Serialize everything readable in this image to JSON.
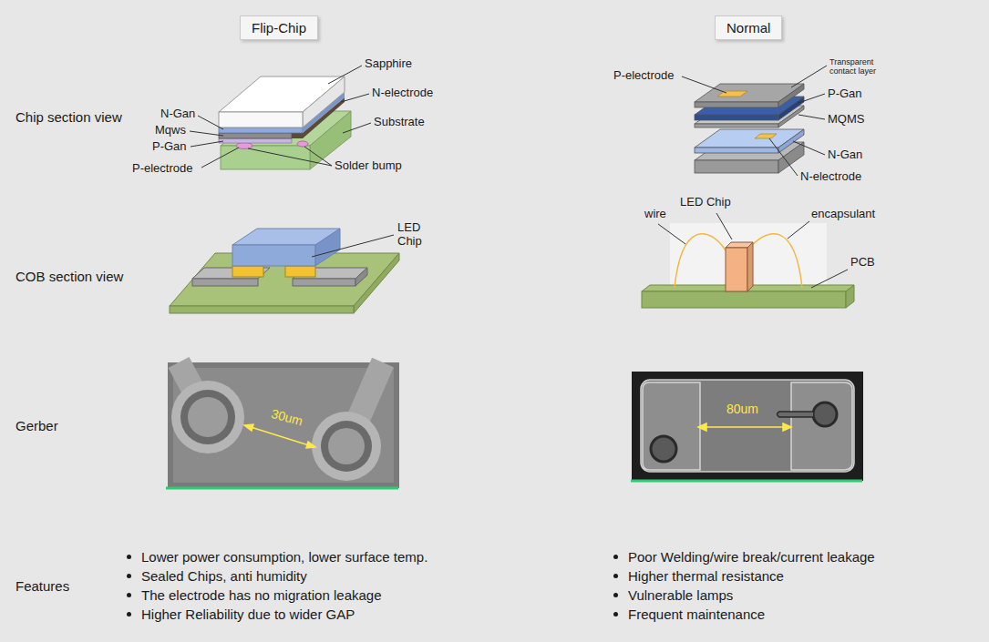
{
  "diagram": {
    "nodes": [
      {
        "text": [
          "Flip-Chip"
        ]
      },
      {
        "text": [
          "Normal"
        ]
      }
    ],
    "labels": [
      "Chip section view",
      "COB section view",
      "Gerber",
      "Features",
      "Sapphire",
      "N-electrode",
      "Substrate",
      "N-Gan",
      "Mqws",
      "P-Gan",
      "P-electrode",
      "Solder bump",
      "LED Chip",
      "30um",
      "P-electrode",
      "Transparent contact layer",
      "P-Gan",
      "MQMS",
      "N-Gan",
      "N-electrode",
      "wire",
      "LED Chip",
      "encapsulant",
      "PCB",
      "80um",
      "Lower power consumption, lower surface temp.",
      "Sealed Chips, anti humidity",
      "The electrode has no migration leakage",
      "Higher Reliability due to wider GAP",
      "Poor Welding/wire break/current leakage",
      "Higher thermal resistance",
      "Vulnerable lamps",
      "Frequent maintenance"
    ]
  }
}
